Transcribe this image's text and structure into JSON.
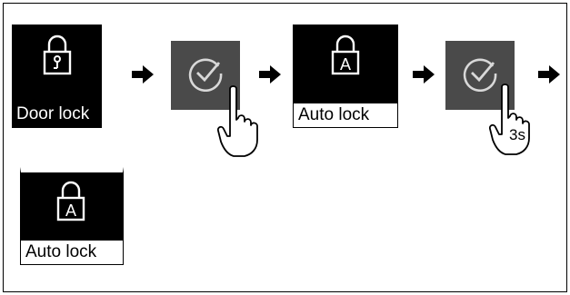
{
  "steps": [
    {
      "type": "tile",
      "label": "Door lock",
      "lock_glyph": "key",
      "icon": "door-lock-icon"
    },
    {
      "type": "button",
      "icon": "confirm-check-icon",
      "gesture": "tap",
      "gesture_icon": "tap-hand-icon"
    },
    {
      "type": "tile",
      "label": "Auto lock",
      "lock_glyph": "A",
      "icon": "auto-lock-icon"
    },
    {
      "type": "button",
      "icon": "confirm-check-icon",
      "gesture": "press-and-hold",
      "gesture_icon": "press-hold-hand-icon",
      "hold_text": "3s"
    },
    {
      "type": "tile",
      "label": "Auto lock",
      "lock_glyph": "A",
      "icon": "auto-lock-icon"
    }
  ],
  "arrow_icon": "arrow-right-icon",
  "colors": {
    "tile": "#000000",
    "button": "#4a4a4a",
    "foreground": "#ffffff",
    "border": "#000000"
  }
}
